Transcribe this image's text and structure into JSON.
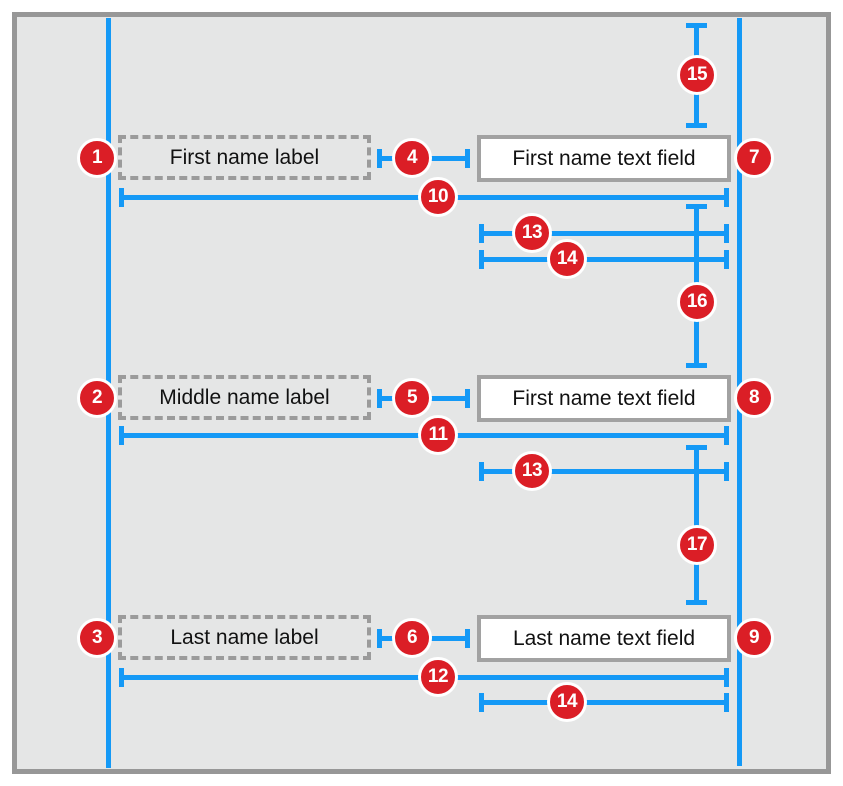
{
  "colors": {
    "canvas-bg": "#ffffff",
    "frame-bg": "#e5e6e6",
    "frame-border": "#979797",
    "accent-blue": "#1499f6",
    "badge-red": "#db1e26",
    "dash-border": "#9b9b9b",
    "field-border": "#a2a2a2",
    "field-bg": "#ffffff"
  },
  "elements": {
    "labels": [
      {
        "text": "First name label"
      },
      {
        "text": "Middle name label"
      },
      {
        "text": "Last name label"
      }
    ],
    "fields": [
      {
        "text": "First name text field"
      },
      {
        "text": "First name text field"
      },
      {
        "text": "Last name text field"
      }
    ]
  },
  "badges": {
    "label_leading": [
      "1",
      "2",
      "3"
    ],
    "label_to_field": [
      "4",
      "5",
      "6"
    ],
    "field_trailing": [
      "7",
      "8",
      "9"
    ],
    "row_width": [
      "10",
      "11",
      "12"
    ],
    "field_width": "13",
    "label_to_trailing": "14",
    "top_spacing": "15",
    "row_spacing_1": "16",
    "row_spacing_2": "17"
  }
}
